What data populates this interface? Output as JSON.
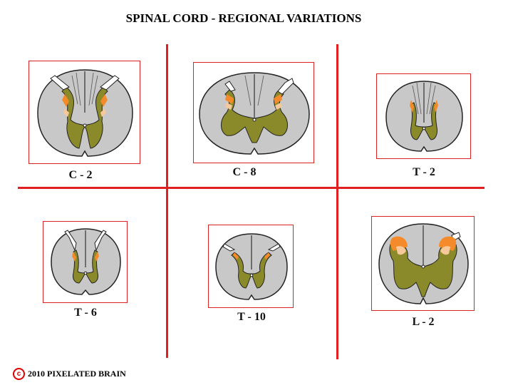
{
  "title": "SPINAL CORD - REGIONAL VARIATIONS",
  "colors": {
    "divider": "#e02020",
    "frame": "#dd2222",
    "white_matter": "#c8c8c8",
    "gray_matter": "#8a8a2a",
    "dorsal_horn_orange": "#f58a2a",
    "dorsal_horn_peach": "#f7c89a"
  },
  "sections": [
    {
      "id": "c2",
      "label": "C - 2"
    },
    {
      "id": "c8",
      "label": "C - 8"
    },
    {
      "id": "t2",
      "label": "T - 2"
    },
    {
      "id": "t6",
      "label": "T - 6"
    },
    {
      "id": "t10",
      "label": "T - 10"
    },
    {
      "id": "l2",
      "label": "L - 2"
    }
  ],
  "copyright": {
    "symbol": "c",
    "text": "2010  PIXELATED BRAIN"
  }
}
